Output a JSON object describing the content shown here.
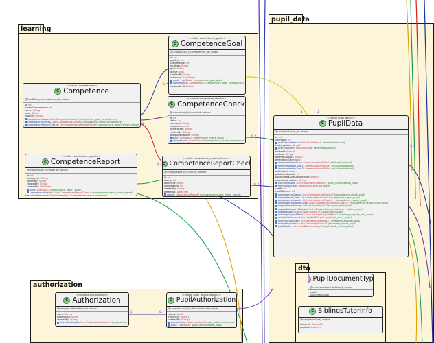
{
  "packages": {
    "learning": "learning",
    "pupil_data": "pupil_data",
    "authorization": "authorization",
    "dto": "dto"
  },
  "classes": {
    "competence": {
      "stereotype": "<<table competence>>",
      "name": "Competence",
      "tags": "@OneToMany(competence_id) unique",
      "fields": [
        {
          "n": "id",
          "t": "int"
        },
        {
          "n": "parentCompetence",
          "t": "int"
        },
        {
          "n": "name",
          "t": "String"
        },
        {
          "n": "level",
          "t": "String"
        },
        {
          "n": "instance",
          "t": "String"
        },
        {
          "n": "competenceGoals",
          "t": "List<CompetenceGoal>",
          "r": "(competence_goal_competence)"
        },
        {
          "n": "competenceChecks",
          "t": "List<CompetenceCheck>",
          "r": "(competence_check_competence)"
        },
        {
          "n": "competenceReportChecks",
          "t": "List<CompetenceReportCheck>",
          "r": "(competence_report_check_competence)"
        }
      ]
    },
    "competenceGoal": {
      "stereotype": "<<table competence_goal>>",
      "name": "CompetenceGoal",
      "tags": "@unique(pupil_id,competence_id) unique",
      "fields": [
        {
          "n": "id",
          "t": "int"
        },
        {
          "n": "pupil_id",
          "t": "int"
        },
        {
          "n": "competence",
          "t": "int"
        },
        {
          "n": "strategy",
          "t": "String"
        },
        {
          "n": "goal",
          "t": "String"
        },
        {
          "n": "active",
          "t": "bool"
        },
        {
          "n": "createdBy",
          "t": "String"
        },
        {
          "n": "achieved",
          "t": "DateTime?"
        },
        {
          "n": "pupil",
          "t": "PupilData?",
          "r": "(competence_goal_pupil)"
        },
        {
          "n": "competence",
          "t": "Competence?",
          "r": "(competence_goal_competence)"
        },
        {
          "n": "createdAt",
          "t": "DateTime"
        }
      ]
    },
    "competenceCheck": {
      "stereotype": "<<table competence_check>>",
      "name": "CompetenceCheck",
      "tags": "@unique(pupil_id,check_id) unique",
      "fields": [
        {
          "n": "id",
          "t": "int"
        },
        {
          "n": "status",
          "t": "int"
        },
        {
          "n": "comment",
          "t": "String"
        },
        {
          "n": "competence",
          "t": "int"
        },
        {
          "n": "valueFactor",
          "t": "double"
        },
        {
          "n": "createdBy",
          "t": "String"
        },
        {
          "n": "groupDescription",
          "t": "String?"
        },
        {
          "n": "pupil",
          "t": "PupilData?",
          "r": "(competence_check_pupil)"
        },
        {
          "n": "competence",
          "t": "Competence?",
          "r": "(competence_check_competence)"
        },
        {
          "n": "createdAt",
          "t": "DateTime"
        }
      ]
    },
    "competenceReport": {
      "stereotype": "<<table competence_report>>",
      "name": "CompetenceReport",
      "tags": "@unique(pupil_id,report_id) unique",
      "fields": [
        {
          "n": "id",
          "t": "int"
        },
        {
          "n": "schoolyear",
          "t": "String"
        },
        {
          "n": "semester",
          "t": "String"
        },
        {
          "n": "createdBy",
          "t": "String"
        },
        {
          "n": "createdAt",
          "t": "DateTime"
        },
        {
          "n": "pupil",
          "t": "PupilData?",
          "r": "(competence_report_pupil)"
        },
        {
          "n": "competenceChecks",
          "t": "List<CompetenceReportCheck>",
          "r": "(competence_report_check_report)"
        },
        {
          "n": "schoolSemester",
          "t": "SchoolSemester?",
          "r": "(competence_report_semester)"
        }
      ]
    },
    "competenceReportCheck": {
      "stereotype": "<<table competence_report_check>>",
      "name": "CompetenceReportCheck",
      "tags": "@unique(report_id,check_id) unique",
      "fields": [
        {
          "n": "id",
          "t": "int"
        },
        {
          "n": "status",
          "t": "int"
        },
        {
          "n": "comment",
          "t": "String"
        },
        {
          "n": "competence",
          "t": "int"
        },
        {
          "n": "createdBy",
          "t": "String"
        },
        {
          "n": "createdAt",
          "t": "DateTime"
        },
        {
          "n": "report",
          "t": "CompetenceReport?",
          "r": "(competence_report_check_report)"
        },
        {
          "n": "pupil",
          "t": "PupilData?",
          "r": "(competence_report_check_pupil)"
        },
        {
          "n": "competence",
          "t": "Competence?",
          "r": "(competence_report_check_competence)"
        }
      ]
    },
    "pupilData": {
      "stereotype": "<<table pupil_data>>",
      "name": "PupilData",
      "tags": "@unique(internal_id) unique",
      "fields": [
        {
          "n": "id",
          "t": "int"
        },
        {
          "n": "internalId",
          "t": "int"
        },
        {
          "n": "preSchoolMedical",
          "t": "PreSchoolMedical?",
          "r": "serialized(optional)"
        },
        {
          "n": "kindergarden",
          "t": "String?"
        },
        {
          "n": "preSchoolTest",
          "t": "PreSchoolTest?",
          "r": "serialized(optional)"
        },
        {
          "n": "avatarId",
          "t": "String?"
        },
        {
          "n": "contact",
          "t": "String?"
        },
        {
          "n": "parentsContact",
          "t": "String?"
        },
        {
          "n": "emergencyCare",
          "t": "bool?"
        },
        {
          "n": "communicationPupil",
          "t": "CommunicationSkills?",
          "r": "serialized(optional)"
        },
        {
          "n": "communicationTutor1",
          "t": "CommunicationSkills?",
          "r": "serialized(optional)"
        },
        {
          "n": "communicationTutor2",
          "t": "CommunicationSkills?",
          "r": "serialized(optional)"
        },
        {
          "n": "avatarAuth",
          "t": "bool"
        },
        {
          "n": "publicMediaAuth",
          "t": "int"
        },
        {
          "n": "publicMediaAuthDocumentId",
          "t": "String?"
        },
        {
          "n": "specialInformation",
          "t": "String?"
        },
        {
          "n": "authorizations",
          "t": "List<PupilAuthorization>?",
          "r": "(pupil_authorization_pupil)"
        },
        {
          "n": "afterSchoolCare",
          "t": "AfterSchoolCare?",
          "r": "serialized"
        },
        {
          "n": "credit",
          "t": "int"
        },
        {
          "n": "creditEarned",
          "t": "int"
        },
        {
          "n": "competenceChecks",
          "t": "List<CompetenceCheck>?",
          "r": "(competence_check_pupil)"
        },
        {
          "n": "competenceGoals",
          "t": "List<CompetenceGoal>?",
          "r": "(competence_goal_pupil)"
        },
        {
          "n": "competenceReports",
          "t": "List<CompetenceReport>?",
          "r": "(competence_report_pupil)"
        },
        {
          "n": "competenceReportChecks",
          "t": "List<CompetenceReportCheck>?",
          "r": "(competence_report_check_pupil)"
        },
        {
          "n": "supportLevelHistory",
          "t": "List<SupportLevel>?",
          "r": "(support_level_pupil)"
        },
        {
          "n": "supportCategoryStatuses",
          "t": "List<SupportCategoryStatus>?",
          "r": "(status_pupil)"
        },
        {
          "n": "supportGoals",
          "t": "List<SupportGoal>?",
          "r": "(support_goal_pupil)"
        },
        {
          "n": "learningSupportPlans",
          "t": "List<LearningSupportPlan>?",
          "r": "(learning_support_plan_pupil)"
        },
        {
          "n": "schoolListEntries",
          "t": "List<PupilListEntry>?",
          "r": "(pupil_list_entry_pupil)"
        },
        {
          "n": "missedSchooldays",
          "t": "List<MissedSchoolday>?",
          "r": "(missed_schoolday_pupil)"
        },
        {
          "n": "schooldayEvents",
          "t": "List<SchooldayEvent>?",
          "r": "(schoolday_event_pupil)"
        },
        {
          "n": "pupilBooks",
          "t": "List<PupilBookLending>?",
          "r": "(pupil_book_lending_pupil)"
        }
      ]
    },
    "authorization": {
      "stereotype": "<<table authorization>>",
      "name": "Authorization",
      "tags": "@unique(authorization_id) unique",
      "fields": [
        {
          "n": "name",
          "t": "String"
        },
        {
          "n": "description",
          "t": "String"
        },
        {
          "n": "createdBy",
          "t": "String"
        },
        {
          "n": "authorizedPupils",
          "t": "List<PupilAuthorization>?",
          "r": "(pupil_authorization_authorization)"
        }
      ]
    },
    "pupilAuthorization": {
      "stereotype": "<<table pupil_authorization>>",
      "name": "PupilAuthorization",
      "tags": "@unique(pupil_id,authorization_id) unique",
      "fields": [
        {
          "n": "status",
          "t": "bool?"
        },
        {
          "n": "comment",
          "t": "String?"
        },
        {
          "n": "createdBy",
          "t": "String?"
        },
        {
          "n": "authorization",
          "t": "Authorization?",
          "r": "(pupil_authorization_authorization)"
        },
        {
          "n": "pupil",
          "t": "PupilData?",
          "r": "(pupil_authorization_pupil)"
        }
      ]
    },
    "pupilDocumentType": {
      "stereotype": "",
      "name": "PupilDocumentType",
      "tags": "@enum(serialized: byName) unique",
      "fields": [
        {
          "n": "avatar",
          "t": ""
        },
        {
          "n": "publicMediaAuth",
          "t": ""
        },
        {
          "n": "avatarAuth",
          "t": ""
        }
      ]
    },
    "siblingsTutorInfo": {
      "stereotype": "",
      "name": "SiblingsTutorInfo",
      "tags": "@class(serialized) unique",
      "fields": [
        {
          "n": "tutorInfo",
          "t": "TutorInfo?"
        },
        {
          "n": "pupilIds",
          "t": "List<int>"
        }
      ]
    }
  },
  "multiplicities": {
    "one": "1",
    "many": "0..*",
    "optional": "0..1"
  },
  "colors": {
    "package_bg": "#fdf5d9",
    "class_bg": "#f1f1f1",
    "type_red": "#c23a3a",
    "relation_blue": "#1f3f9a",
    "relation_green": "#2a7a2a"
  }
}
